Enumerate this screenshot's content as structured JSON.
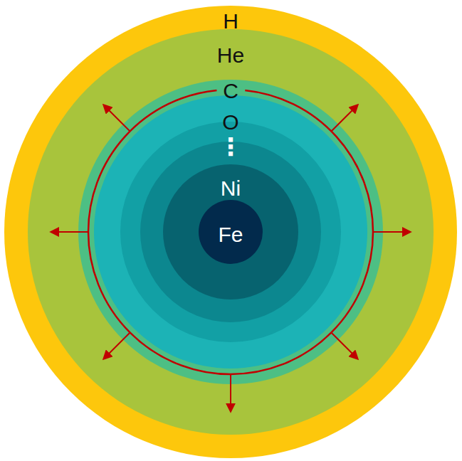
{
  "diagram": {
    "nodes": [
      {
        "text": [
          "H"
        ]
      },
      {
        "text": [
          "He"
        ],
        "in": 0
      },
      {
        "text": [
          "C"
        ],
        "in": 1
      },
      {
        "text": [
          "O"
        ],
        "in": 2
      },
      {
        "text": [
          "Ni"
        ],
        "in": 3
      },
      {
        "text": [
          "Fe"
        ],
        "in": 4
      }
    ],
    "labels": [
      "⋮"
    ]
  }
}
